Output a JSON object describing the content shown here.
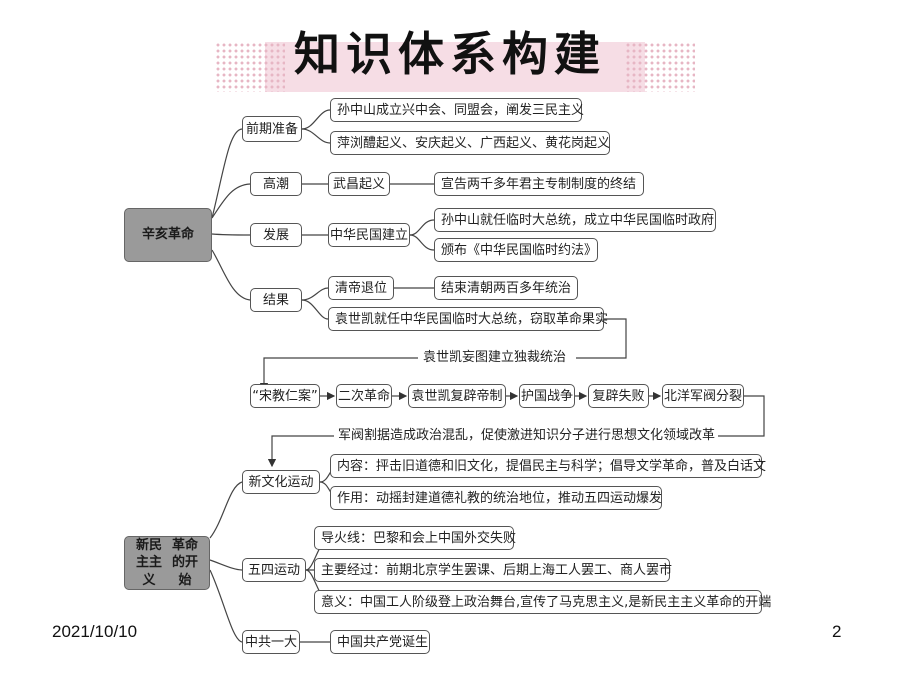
{
  "title": "知识体系构建",
  "footer": {
    "date": "2021/10/10",
    "page": "2"
  },
  "diagram": {
    "section1": {
      "label": "辛亥革命",
      "prep": {
        "label": "前期准备",
        "items": [
          "孙中山成立兴中会、同盟会，阐发三民主义",
          "萍浏醴起义、安庆起义、广西起义、黄花岗起义"
        ]
      },
      "climax": {
        "label": "高潮",
        "event": "武昌起义",
        "result": "宣告两千多年君主专制制度的终结"
      },
      "develop": {
        "label": "发展",
        "event": "中华民国建立",
        "items": [
          "孙中山就任临时大总统，成立中华民国临时政府",
          "颁布《中华民国临时约法》"
        ]
      },
      "outcome": {
        "label": "结果",
        "event": "清帝退位",
        "event_result": "结束清朝两百多年统治",
        "usurp": "袁世凯就任中华民国临时大总统，窃取革命果实"
      },
      "dictator": "袁世凯妄图建立独裁统治",
      "chain": [
        "“宋教仁案”",
        "二次革命",
        "袁世凯复辟帝制",
        "护国战争",
        "复辟失败",
        "北洋军阀分裂"
      ],
      "warlord": "军阀割据造成政治混乱，促使激进知识分子进行思想文化领域改革"
    },
    "section2": {
      "label_line1": "新民主主义",
      "label_line2": "革命的开始",
      "new_culture": {
        "label": "新文化运动",
        "items": [
          "内容：抨击旧道德和旧文化，提倡民主与科学；倡导文学革命，普及白话文",
          "作用：动摇封建道德礼教的统治地位，推动五四运动爆发"
        ]
      },
      "may_fourth": {
        "label": "五四运动",
        "items": [
          "导火线：巴黎和会上中国外交失败",
          "主要经过：前期北京学生罢课、后期上海工人罢工、商人罢市",
          "意义：中国工人阶级登上政治舞台,宣传了马克思主义,是新民主主义革命的开端"
        ]
      },
      "party": {
        "label": "中共一大",
        "item": "中国共产党诞生"
      }
    }
  }
}
